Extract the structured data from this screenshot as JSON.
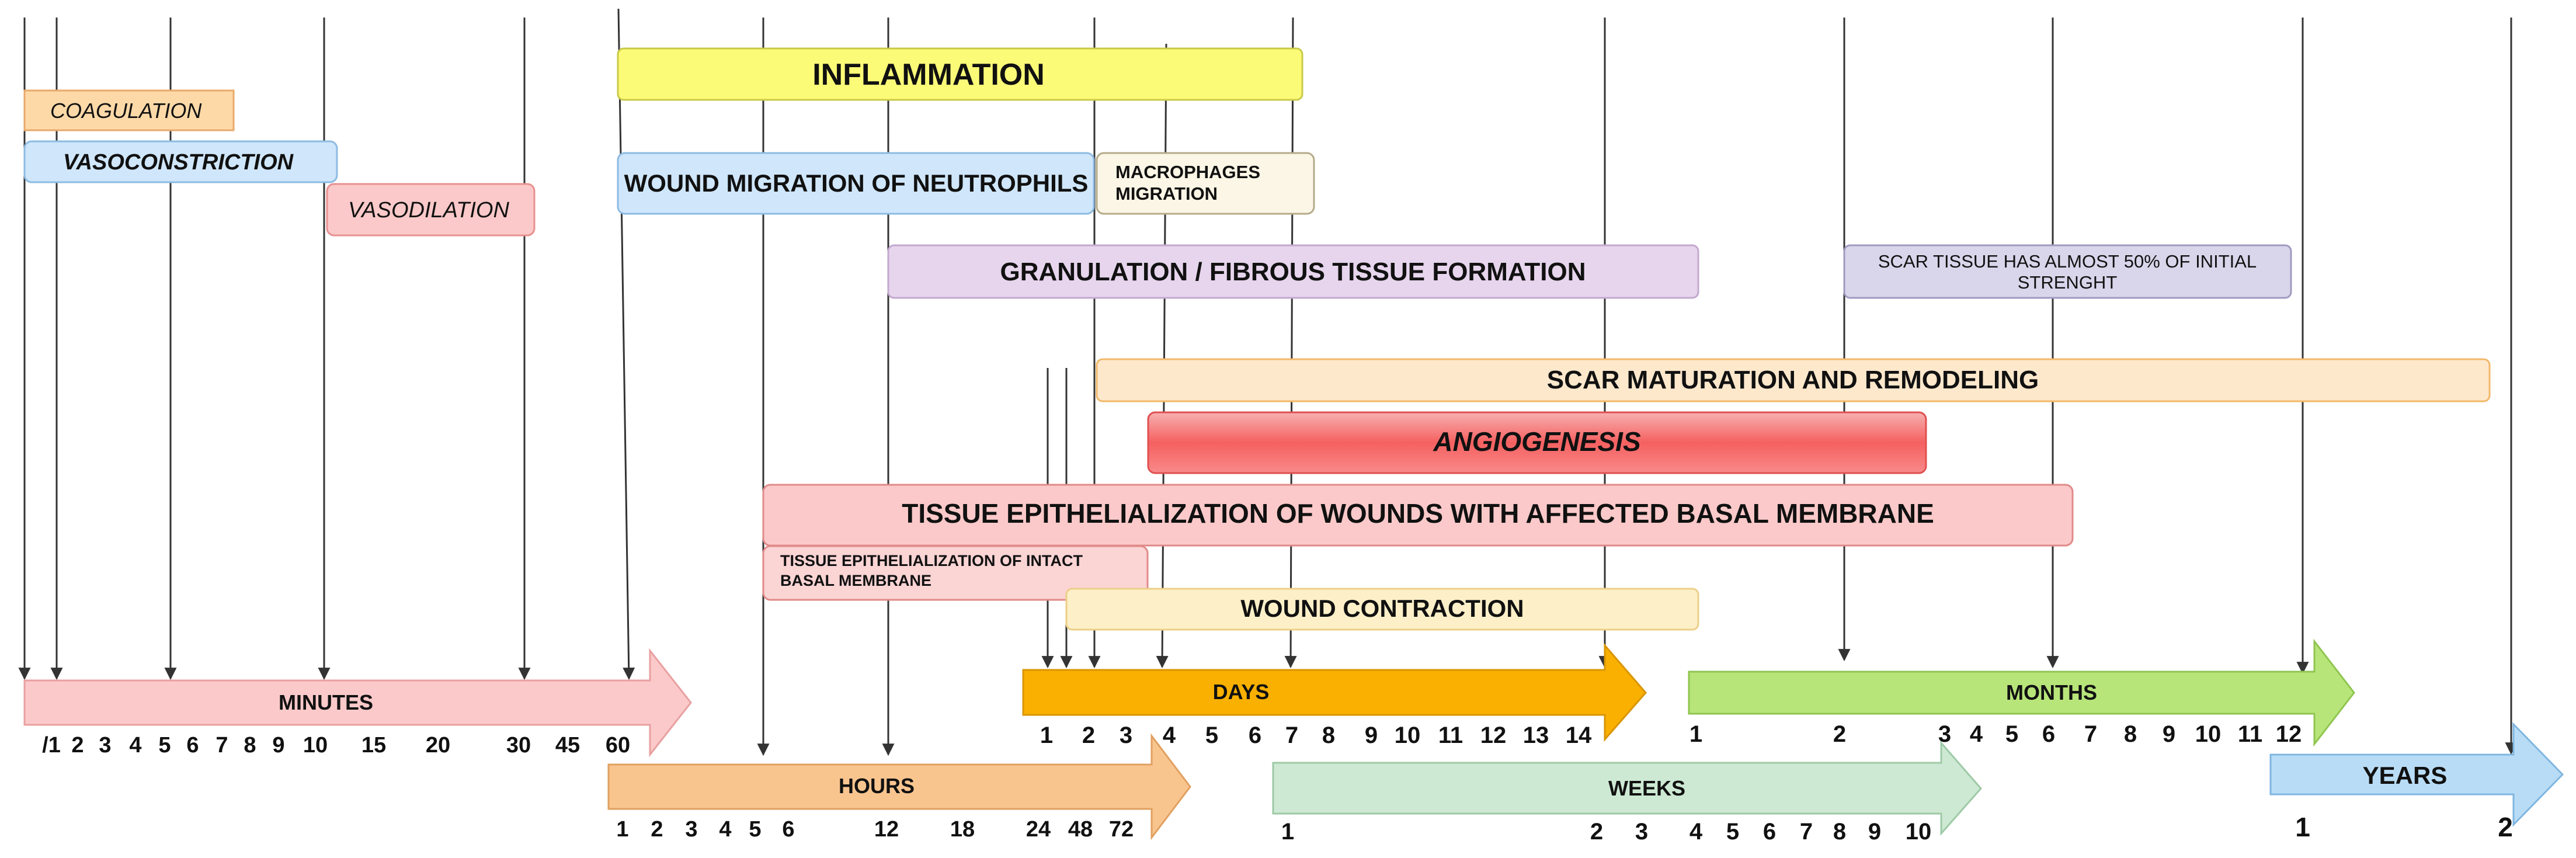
{
  "colors": {
    "coagulation": "#fdd9a8",
    "vasoconstriction": "#cfe6fb",
    "vasodilation": "#fbc9c9",
    "inflammation": "#fbfb78",
    "neutrophils": "#cfe6fb",
    "macrophages": "#fbf6e6",
    "granulation": "#e6d5ec",
    "scar_tissue": "#d9d5ea",
    "scar_maturation": "#fde8cc",
    "angiogenesis": "#f96a6a",
    "epith_affected": "#fbc9c9",
    "epith_intact": "#fbd4d4",
    "contraction": "#fdf0c8",
    "minutes_arrow": "#fbc9c9",
    "hours_arrow": "#f9c58f",
    "days_arrow": "#f9b000",
    "weeks_arrow": "#cde9d3",
    "months_arrow": "#b8e57a",
    "years_arrow": "#b9dcf6"
  },
  "phases": {
    "coagulation": "COAGULATION",
    "vasoconstriction": "VASOCONSTRICTION",
    "vasodilation": "VASODILATION",
    "inflammation": "INFLAMMATION",
    "neutrophils": "WOUND MIGRATION OF NEUTROPHILS",
    "macrophages_line1": "MACROPHAGES",
    "macrophages_line2": "MIGRATION",
    "granulation": "GRANULATION / FIBROUS TISSUE FORMATION",
    "scar_tissue_line1": "SCAR TISSUE  HAS ALMOST 50% OF INITIAL",
    "scar_tissue_line2": "STRENGHT",
    "scar_maturation": "SCAR MATURATION AND REMODELING",
    "angiogenesis": "ANGIOGENESIS",
    "epith_affected": "TISSUE EPITHELIALIZATION OF WOUNDS WITH AFFECTED BASAL MEMBRANE",
    "epith_intact_line1": "TISSUE EPITHELIALIZATION OF INTACT",
    "epith_intact_line2": "BASAL MEMBRANE",
    "contraction": "WOUND CONTRACTION"
  },
  "scales": {
    "minutes": {
      "label": "MINUTES",
      "ticks": [
        "/1",
        "2",
        "3",
        "4",
        "5",
        "6",
        "7",
        "8",
        "9",
        "10",
        "15",
        "20",
        "30",
        "45",
        "60"
      ]
    },
    "hours": {
      "label": "HOURS",
      "ticks": [
        "1",
        "2",
        "3",
        "4",
        "5",
        "6",
        "12",
        "18",
        "24",
        "48",
        "72"
      ]
    },
    "days": {
      "label": "DAYS",
      "ticks": [
        "1",
        "2",
        "3",
        "4",
        "5",
        "6",
        "7",
        "8",
        "9",
        "10",
        "11",
        "12",
        "13",
        "14"
      ]
    },
    "weeks": {
      "label": "WEEKS",
      "ticks": [
        "1",
        "2",
        "3",
        "4",
        "5",
        "6",
        "7",
        "8",
        "9",
        "10"
      ]
    },
    "months": {
      "label": "MONTHS",
      "ticks": [
        "1",
        "2",
        "3",
        "4",
        "5",
        "6",
        "7",
        "8",
        "9",
        "10",
        "11",
        "12"
      ]
    },
    "years": {
      "label": "YEARS",
      "ticks": [
        "1",
        "2"
      ]
    }
  }
}
